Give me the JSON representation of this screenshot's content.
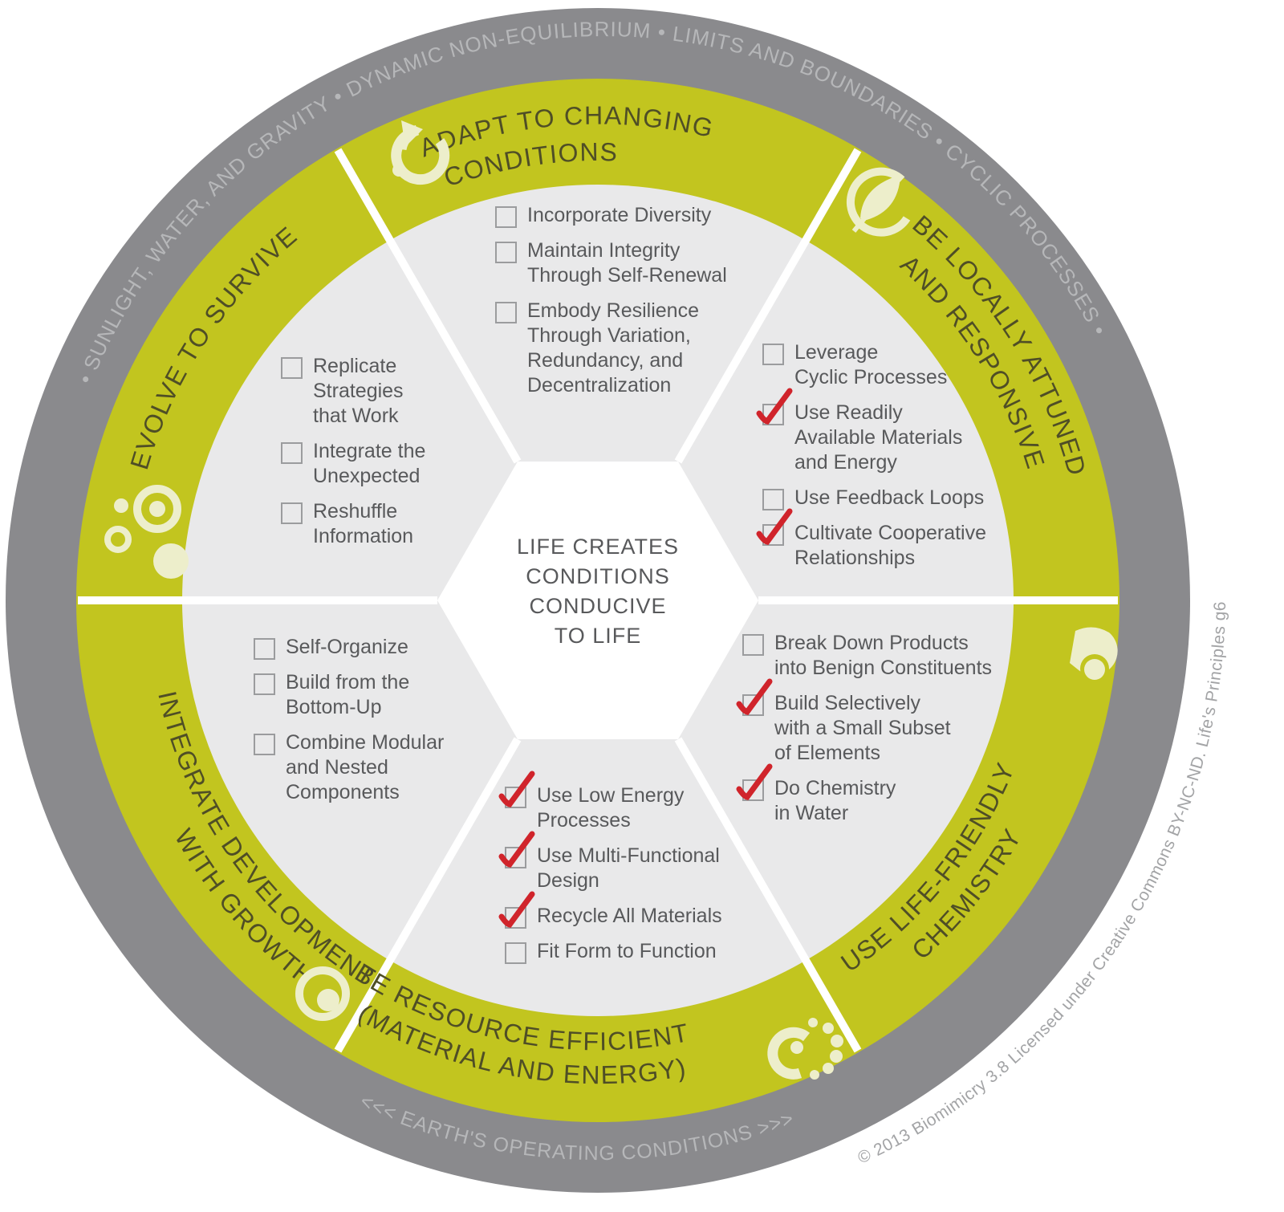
{
  "center": {
    "text": "LIFE CREATES\nCONDITIONS\nCONDUCIVE\nTO LIFE"
  },
  "outer_ring": {
    "top_text": "•  SUNLIGHT, WATER, AND GRAVITY   •   DYNAMIC NON-EQUILIBRIUM   •   LIMITS AND BOUNDARIES   •   CYCLIC PROCESSES   •",
    "bottom_text": "<<<  EARTH'S OPERATING CONDITIONS  >>>"
  },
  "copyright": "© 2013 Biomimicry 3.8        Licensed under Creative Commons BY-NC-ND. Life's Principles g6",
  "colors": {
    "olive": "#c2c51f",
    "outer_gray": "#8a8a8d",
    "inner_gray": "#e9e9ea",
    "ring_text": "#b6b7b9",
    "title_text": "#4f4e26",
    "body_text": "#58595b",
    "icon_pale": "#edeecb",
    "check_red": "#d0242b"
  },
  "sectors": [
    {
      "name": "adapt-to-changing-conditions",
      "icon": "cycle-arrow-icon",
      "title_lines": [
        "ADAPT TO CHANGING",
        "CONDITIONS"
      ],
      "items": [
        {
          "label": "Incorporate Diversity",
          "checked": false
        },
        {
          "label": "Maintain Integrity\nThrough Self-Renewal",
          "checked": false
        },
        {
          "label": "Embody Resilience\nThrough Variation,\nRedundancy, and\nDecentralization",
          "checked": false
        }
      ]
    },
    {
      "name": "be-locally-attuned-and-responsive",
      "icon": "leaf-icon",
      "title_lines": [
        "BE LOCALLY ATTUNED",
        "AND RESPONSIVE"
      ],
      "items": [
        {
          "label": "Leverage\nCyclic Processes",
          "checked": false
        },
        {
          "label": "Use Readily\nAvailable Materials\nand Energy",
          "checked": true
        },
        {
          "label": "Use Feedback Loops",
          "checked": false
        },
        {
          "label": "Cultivate Cooperative\nRelationships",
          "checked": true
        }
      ]
    },
    {
      "name": "use-life-friendly-chemistry",
      "icon": "drop-icon",
      "title_lines": [
        "USE LIFE-FRIENDLY",
        "CHEMISTRY"
      ],
      "items": [
        {
          "label": "Break Down Products\ninto Benign Constituents",
          "checked": false
        },
        {
          "label": "Build Selectively\nwith a Small Subset\nof Elements",
          "checked": true
        },
        {
          "label": "Do Chemistry\nin Water",
          "checked": true
        }
      ]
    },
    {
      "name": "be-resource-efficient",
      "icon": "spiral-icon",
      "title_lines": [
        "BE RESOURCE EFFICIENT",
        "(MATERIAL AND ENERGY)"
      ],
      "items": [
        {
          "label": "Use Low Energy\nProcesses",
          "checked": true
        },
        {
          "label": "Use Multi-Functional\nDesign",
          "checked": true
        },
        {
          "label": "Recycle All Materials",
          "checked": true
        },
        {
          "label": "Fit Form to Function",
          "checked": false
        }
      ]
    },
    {
      "name": "integrate-development-with-growth",
      "icon": "target-icon",
      "title_lines": [
        "INTEGRATE DEVELOPMENT",
        "WITH GROWTH"
      ],
      "items": [
        {
          "label": "Self-Organize",
          "checked": false
        },
        {
          "label": "Build from the\nBottom-Up",
          "checked": false
        },
        {
          "label": "Combine Modular\nand Nested\nComponents",
          "checked": false
        }
      ]
    },
    {
      "name": "evolve-to-survive",
      "icon": "bubbles-icon",
      "title_lines": [
        "EVOLVE TO SURVIVE"
      ],
      "items": [
        {
          "label": "Replicate\nStrategies\nthat Work",
          "checked": false
        },
        {
          "label": "Integrate the\nUnexpected",
          "checked": false
        },
        {
          "label": "Reshuffle\nInformation",
          "checked": false
        }
      ]
    }
  ]
}
